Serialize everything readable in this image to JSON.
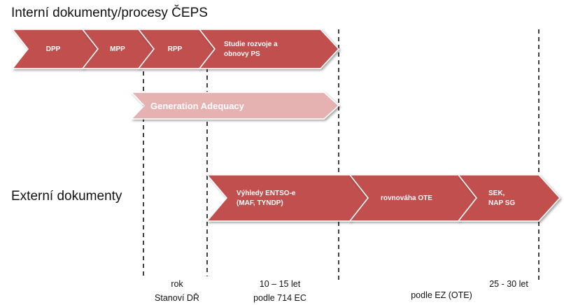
{
  "headings": {
    "internal": "Interní dokumenty/procesy ČEPS",
    "external": "Externí dokumenty"
  },
  "internal_arrows": [
    {
      "lines": [
        "DPP"
      ]
    },
    {
      "lines": [
        "MPP"
      ]
    },
    {
      "lines": [
        "RPP"
      ]
    },
    {
      "lines": [
        "Studie rozvoje a",
        "obnovy PS"
      ]
    }
  ],
  "generation_adequacy": {
    "label": "Generation Adequacy"
  },
  "external_arrows": [
    {
      "lines": [
        "Výhledy ENTSO-e",
        "(MAF, TYNDP)"
      ]
    },
    {
      "lines": [
        "rovnováha OTE"
      ]
    },
    {
      "lines": [
        "SEK,",
        "NAP SG"
      ]
    }
  ],
  "timeline_labels": {
    "rok": {
      "line1": "rok",
      "line2": "Stanoví DŘ"
    },
    "mid": {
      "line1": "10 – 15 let",
      "line2": "podle 714 EC"
    },
    "ote": "podle EZ (OTE)",
    "long": "25 - 30 let"
  },
  "colors": {
    "arrow_fill": "#c0504d",
    "arrow_stroke": "#ffffff",
    "ga_fill": "#e6b1b1",
    "ga_stroke": "#ffffff",
    "dashed_line": "#000000"
  }
}
